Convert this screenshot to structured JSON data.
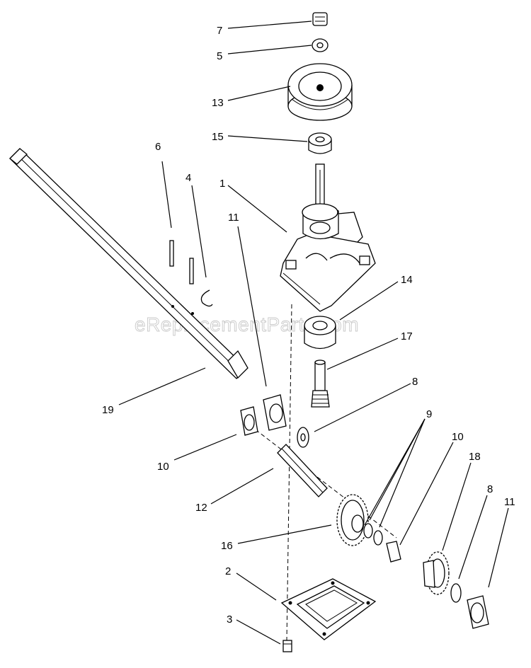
{
  "watermark": "eReplacementParts.com",
  "callouts": {
    "c7": "7",
    "c5": "5",
    "c13": "13",
    "c15": "15",
    "c1": "1",
    "c6": "6",
    "c4": "4",
    "c11a": "11",
    "c14": "14",
    "c17": "17",
    "c8a": "8",
    "c19": "19",
    "c9": "9",
    "c10a": "10",
    "c10b": "10",
    "c12": "12",
    "c18": "18",
    "c8b": "8",
    "c11b": "11",
    "c16": "16",
    "c2": "2",
    "c3": "3"
  }
}
